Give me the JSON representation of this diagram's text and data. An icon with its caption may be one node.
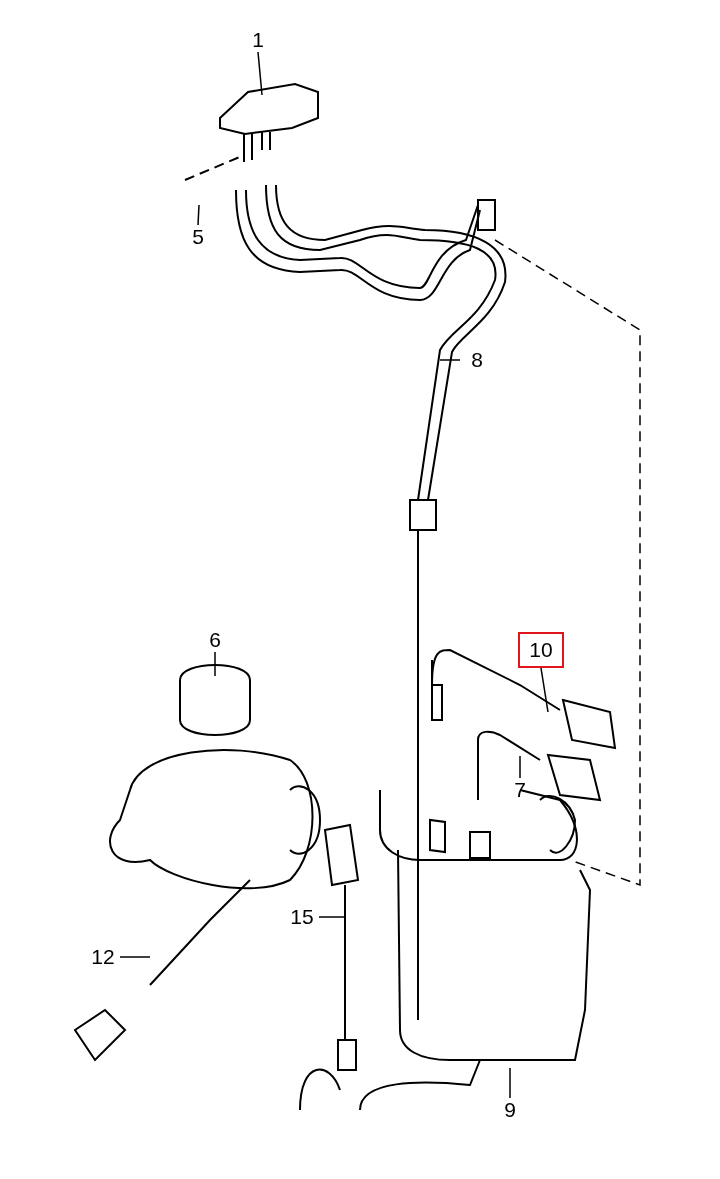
{
  "diagram": {
    "nodes": [
      {
        "text": [
          "1"
        ]
      },
      {
        "text": [
          "5"
        ]
      },
      {
        "text": [
          "8"
        ]
      },
      {
        "text": [
          "6"
        ]
      },
      {
        "text": [
          "10"
        ]
      },
      {
        "text": [
          "7"
        ]
      },
      {
        "text": [
          "15"
        ]
      },
      {
        "text": [
          "12"
        ]
      },
      {
        "text": [
          "9"
        ]
      }
    ],
    "edges": [
      {
        "from": 0,
        "to": null,
        "arrow": "none"
      },
      {
        "from": 1,
        "to": null,
        "arrow": "none"
      },
      {
        "from": 2,
        "to": null,
        "arrow": "none"
      },
      {
        "from": 3,
        "to": null,
        "arrow": "none"
      },
      {
        "from": 4,
        "to": null,
        "arrow": "none"
      },
      {
        "from": 5,
        "to": null,
        "arrow": "none"
      },
      {
        "from": 6,
        "to": null,
        "arrow": "none"
      },
      {
        "from": 7,
        "to": null,
        "arrow": "none"
      },
      {
        "from": 8,
        "to": null,
        "arrow": "none"
      }
    ]
  }
}
